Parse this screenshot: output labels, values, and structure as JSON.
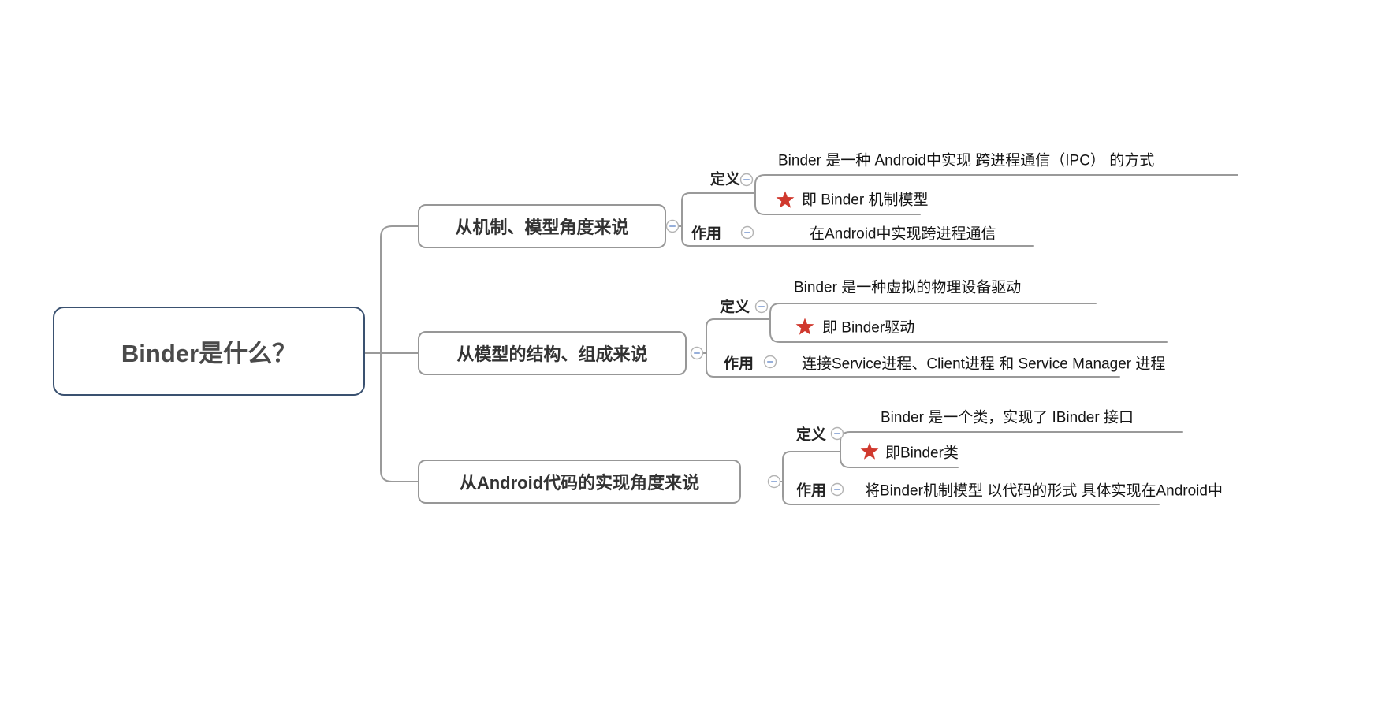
{
  "root": {
    "title": "Binder是什么？"
  },
  "colors": {
    "root_border": "#3a5170",
    "branch_border": "#979797",
    "connector_line": "#9a9a9a",
    "star_marker": "#d0392e",
    "collapse_minus": "#7d9bd1"
  },
  "icons": {
    "collapse": "minus-circle-icon",
    "marker": "red-star-icon"
  },
  "branches": [
    {
      "label": "从机制、模型角度来说",
      "definition": {
        "label": "定义",
        "text": "Binder 是一种 Android中实现 跨进程通信（IPC） 的方式",
        "starred_note": "即 Binder 机制模型"
      },
      "function": {
        "label": "作用",
        "text": "在Android中实现跨进程通信"
      }
    },
    {
      "label": "从模型的结构、组成来说",
      "definition": {
        "label": "定义",
        "text": "Binder 是一种虚拟的物理设备驱动",
        "starred_note": "即 Binder驱动"
      },
      "function": {
        "label": "作用",
        "text": "连接Service进程、Client进程 和 Service Manager 进程"
      }
    },
    {
      "label": "从Android代码的实现角度来说",
      "definition": {
        "label": "定义",
        "text": "Binder 是一个类，实现了 IBinder 接口",
        "starred_note": "即Binder类"
      },
      "function": {
        "label": "作用",
        "text": "将Binder机制模型 以代码的形式 具体实现在Android中"
      }
    }
  ]
}
